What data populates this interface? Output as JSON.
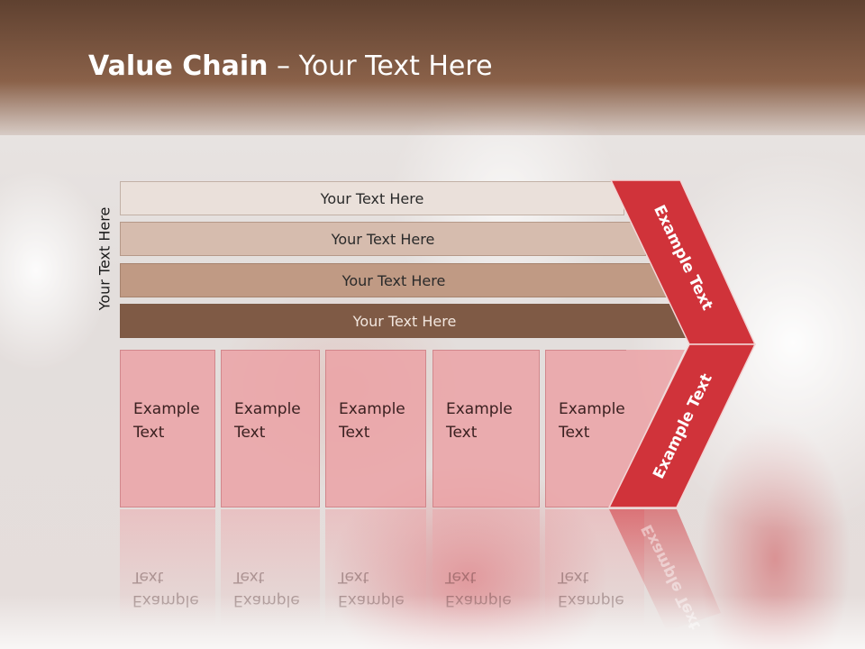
{
  "slide": {
    "title_bold": "Value Chain",
    "title_rest": " – Your Text Here"
  },
  "diagram": {
    "side_label": "Your Text Here",
    "bars": [
      {
        "label": "Your Text Here",
        "color": "#eae0da"
      },
      {
        "label": "Your Text Here",
        "color": "#d6bcae"
      },
      {
        "label": "Your Text Here",
        "color": "#c09a84"
      },
      {
        "label": "Your Text Here",
        "color": "#7f5a45"
      }
    ],
    "cards": [
      {
        "text": "Example Text"
      },
      {
        "text": "Example Text"
      },
      {
        "text": "Example Text"
      },
      {
        "text": "Example Text"
      },
      {
        "text": "Example Text"
      }
    ],
    "chevron_upper_text": "Example Text",
    "chevron_lower_text": "Example Text",
    "accent_color": "#d0333a"
  }
}
